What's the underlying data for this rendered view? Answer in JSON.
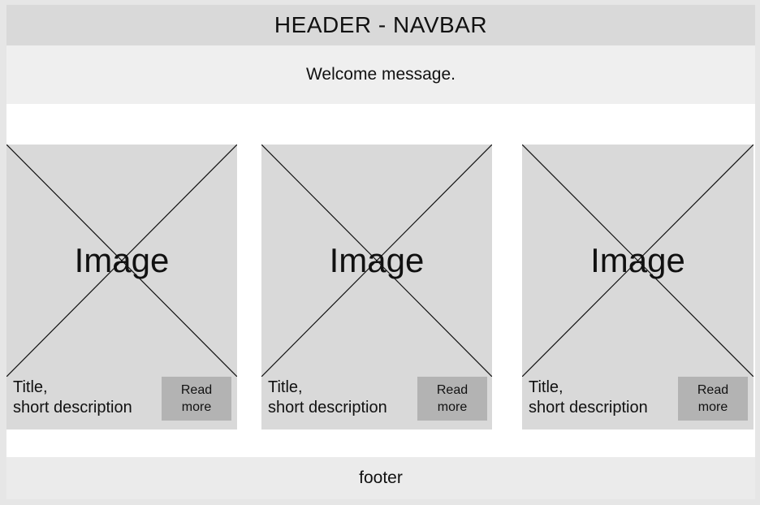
{
  "header": {
    "title": "HEADER - NAVBAR"
  },
  "welcome": {
    "message": "Welcome message."
  },
  "cards": [
    {
      "image_label": "Image",
      "title": "Title,",
      "description": "short description",
      "button_label": "Read more"
    },
    {
      "image_label": "Image",
      "title": "Title,",
      "description": "short description",
      "button_label": "Read more"
    },
    {
      "image_label": "Image",
      "title": "Title,",
      "description": "short description",
      "button_label": "Read more"
    }
  ],
  "footer": {
    "text": "footer"
  },
  "colors": {
    "background": "#e6e6e6",
    "header": "#d9d9d9",
    "welcome": "#efefef",
    "card": "#d9d9d9",
    "button": "#b3b3b3",
    "footer": "#ebebeb"
  }
}
